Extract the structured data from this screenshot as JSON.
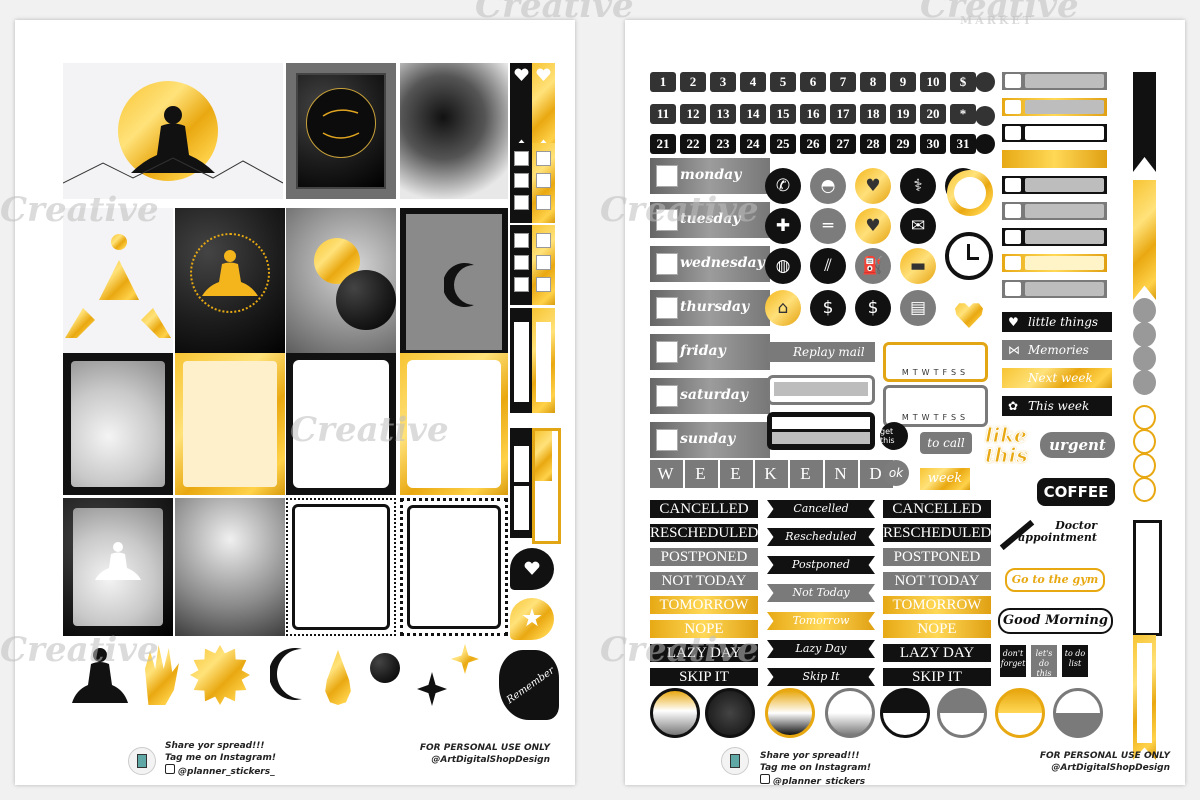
{
  "watermark": {
    "brand": "Creative",
    "sub": "MARKET"
  },
  "numbers": {
    "row1": [
      "1",
      "2",
      "3",
      "4",
      "5",
      "6",
      "7",
      "8",
      "9",
      "10",
      "$"
    ],
    "row2": [
      "11",
      "12",
      "13",
      "14",
      "15",
      "16",
      "17",
      "18",
      "19",
      "20",
      "*"
    ],
    "row3": [
      "21",
      "22",
      "23",
      "24",
      "25",
      "26",
      "27",
      "28",
      "29",
      "30",
      "31"
    ]
  },
  "days": [
    "monday",
    "tuesday",
    "wednesday",
    "thursday",
    "friday",
    "saturday",
    "sunday"
  ],
  "weekend": [
    "W",
    "E",
    "E",
    "K",
    "E",
    "N",
    "D"
  ],
  "word_col1": [
    "CANCELLED",
    "RESCHEDULED",
    "POSTPONED",
    "NOT TODAY",
    "TOMORROW",
    "NOPE",
    "LAZY DAY",
    "SKIP IT"
  ],
  "word_col2": [
    "Cancelled",
    "Rescheduled",
    "Postponed",
    "Not Today",
    "Tomorrow",
    "Lazy Day",
    "Skip It"
  ],
  "word_col3": [
    "CANCELLED",
    "RESCHEDULED",
    "POSTPONED",
    "NOT TODAY",
    "TOMORROW",
    "NOPE",
    "LAZY DAY",
    "SKIP IT"
  ],
  "reply_mail": "Replay mail",
  "mtwtfss": "MTWTFSS",
  "labels": {
    "little_things": "little things",
    "memories": "Memories",
    "next_week": "Next week",
    "this_week": "This week"
  },
  "scripts": {
    "get_this": "get this",
    "to_call": "to call",
    "ok": "ok",
    "week": "week",
    "like_this": "like this",
    "urgent": "urgent",
    "coffee": "COFFEE",
    "doctor": "Doctor appointment",
    "gym": "Go to the gym",
    "good_morning": "Good Morning",
    "dont_forget": "don't forget",
    "lets_do_this": "let's do this",
    "to_do_list": "to do list",
    "remember": "Remember"
  },
  "footer": {
    "share": "Share yor spread!!!",
    "tag": "Tag me on Instagram!",
    "handle": "@planner_stickers_",
    "personal": "FOR PERSONAL USE ONLY",
    "shop": "@ArtDigitalShopDesign"
  },
  "colors": {
    "gold": "#f3b51b",
    "black": "#111111",
    "gray": "#7a7a7a"
  }
}
